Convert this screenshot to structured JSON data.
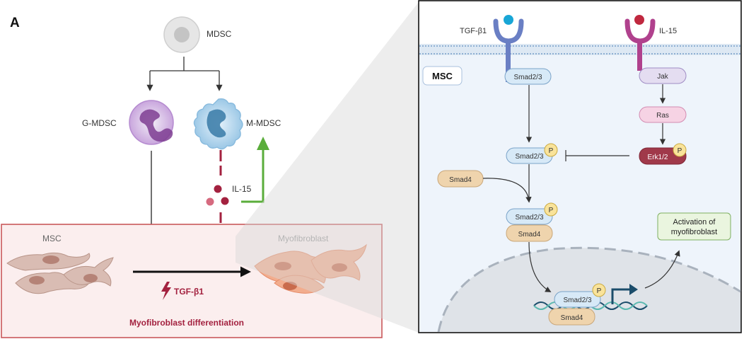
{
  "panel_label": "A",
  "left": {
    "mdsc": "MDSC",
    "g_mdsc": "G-MDSC",
    "m_mdsc": "M-MDSC",
    "il15": "IL-15",
    "msc": "MSC",
    "myofibroblast": "Myofibroblast",
    "tgf": "TGF-β1",
    "differentiation": "Myofibroblast differentiation"
  },
  "right": {
    "tgf_receptor": "TGF-β1",
    "il15_receptor": "IL-15",
    "msc": "MSC",
    "smad23_top": "Smad2/3",
    "jak": "Jak",
    "ras": "Ras",
    "erk": "Erk1/2",
    "p": "P",
    "smad23_mid": "Smad2/3",
    "smad4": "Smad4",
    "complex_smad23": "Smad2/3",
    "complex_smad4": "Smad4",
    "nuclear_smad23": "Smad2/3",
    "nuclear_smad4": "Smad4",
    "activation": [
      "Activation of",
      "myofibroblast"
    ]
  },
  "colors": {
    "inhibit_red": "#a3213f",
    "activate_green": "#5aad3b",
    "box_red": "#c9585a",
    "smad_blue": "#d7e9f7",
    "smad4_tan": "#efd4ad",
    "erk_maroon": "#a0394a",
    "ras_pink": "#f6d3e4",
    "jak_purple": "#e4ddf1",
    "activation_green": "#eaf5df"
  }
}
